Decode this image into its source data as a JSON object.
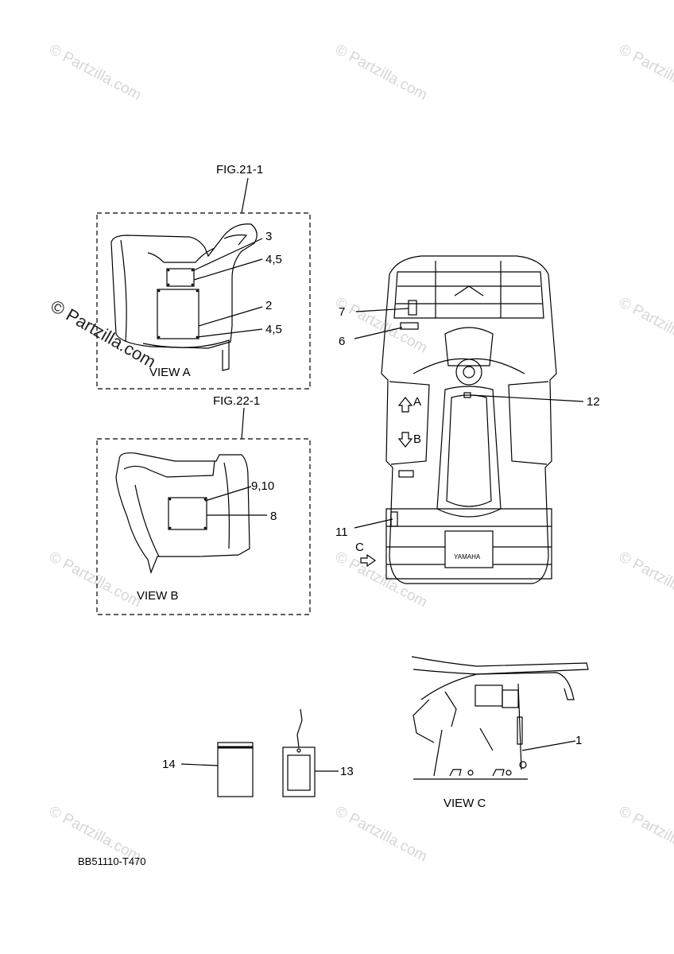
{
  "watermark": "© Partzilla.com",
  "figure_refs": {
    "fig_a": "FIG.21-1",
    "fig_b": "FIG.22-1"
  },
  "views": {
    "a": "VIEW A",
    "b": "VIEW B",
    "c": "VIEW C"
  },
  "arrows": {
    "a": "A",
    "b": "B",
    "c": "C"
  },
  "callouts": {
    "c1": "1",
    "c2": "2",
    "c3": "3",
    "c45_top": "4,5",
    "c45_bottom": "4,5",
    "c6": "6",
    "c7": "7",
    "c8": "8",
    "c910": "9,10",
    "c11": "11",
    "c12": "12",
    "c13": "13",
    "c14": "14"
  },
  "brand_plate": "YAMAHA",
  "diagram_code": "BB51110-T470"
}
